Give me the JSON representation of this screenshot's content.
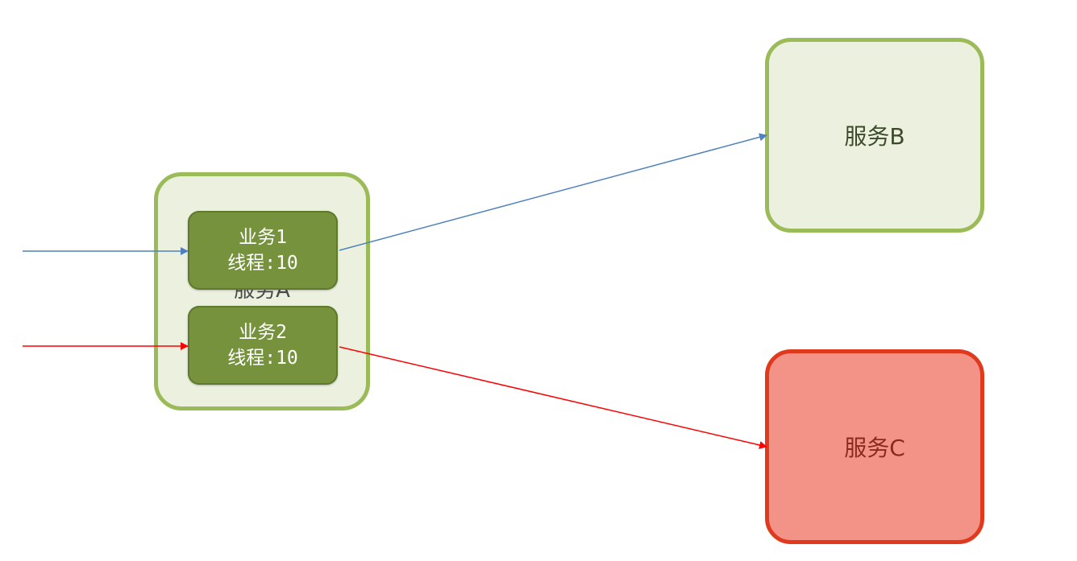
{
  "service_a": {
    "label": "服务A"
  },
  "service_b": {
    "label": "服务B"
  },
  "service_c": {
    "label": "服务C"
  },
  "tasks": [
    {
      "name": "业务1",
      "threads": "线程:10"
    },
    {
      "name": "业务2",
      "threads": "线程:10"
    }
  ],
  "colors": {
    "normal_flow": "#4f81bd",
    "failing_flow": "#ff0000",
    "green_border": "#9bbb59",
    "green_fill": "#ebf1de",
    "task_fill": "#76923c",
    "red_border": "#e03a1e",
    "red_fill": "#f39387"
  }
}
